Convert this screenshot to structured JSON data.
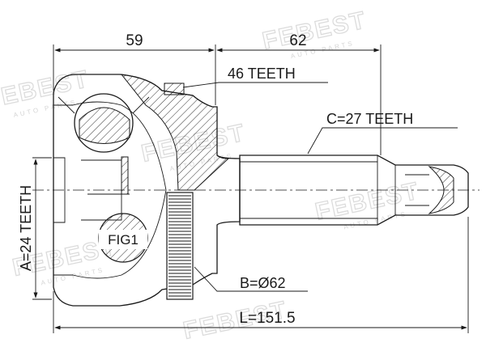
{
  "dimensions": {
    "top_left": "59",
    "top_right": "62",
    "overall_length": "L=151.5"
  },
  "annotations": {
    "outer_teeth": "46 TEETH",
    "inner_spline": "C=27 TEETH",
    "abs_diameter": "B=Ø62",
    "side_spline": "A=24 TEETH",
    "figure_label": "FIG1"
  },
  "watermark": {
    "brand": "FEBEST",
    "tagline": "AUTO PARTS"
  }
}
